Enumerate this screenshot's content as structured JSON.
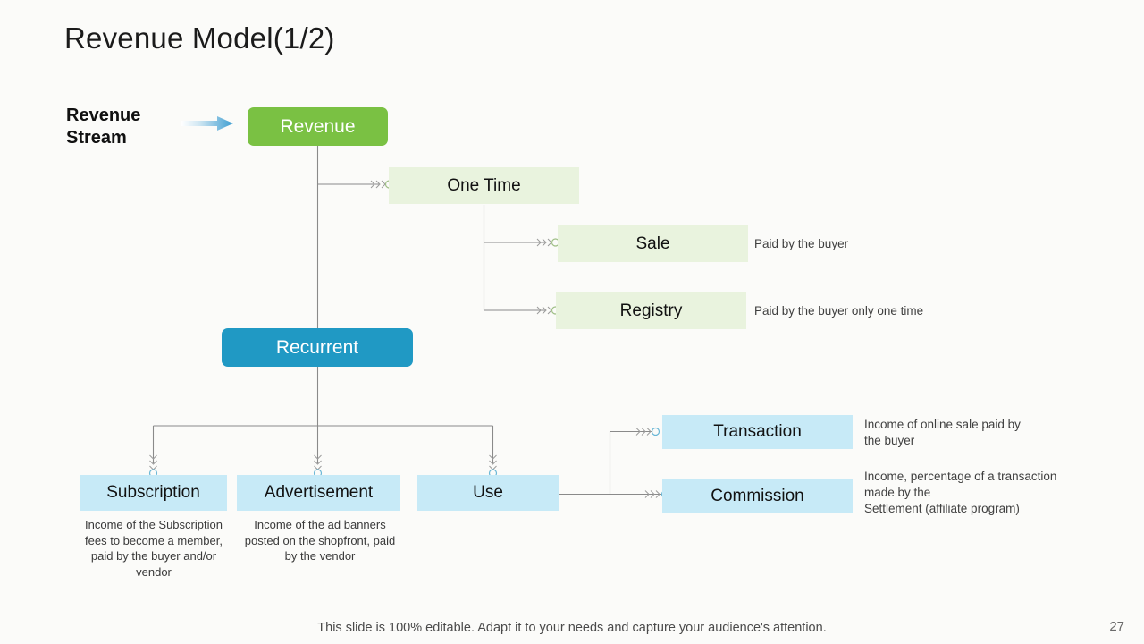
{
  "slide": {
    "title": "Revenue Model(1/2)",
    "footer_note": "This slide is 100% editable. Adapt it to your needs and capture your audience's attention.",
    "page_number": "27",
    "background_color": "#fbfbf9"
  },
  "stream": {
    "label_line1": "Revenue",
    "label_line2": "Stream",
    "arrow_icon": "right-arrow-gradient-icon"
  },
  "nodes": {
    "revenue": {
      "label": "Revenue",
      "color": "#7ac143",
      "text_color": "#ffffff"
    },
    "one_time": {
      "label": "One Time",
      "color": "#e9f3de",
      "text_color": "#111111"
    },
    "sale": {
      "label": "Sale",
      "color": "#e9f3de",
      "text_color": "#111111"
    },
    "registry": {
      "label": "Registry",
      "color": "#e9f3de",
      "text_color": "#111111"
    },
    "recurrent": {
      "label": "Recurrent",
      "color": "#2099c4",
      "text_color": "#ffffff"
    },
    "subscription": {
      "label": "Subscription",
      "color": "#c7eaf7",
      "text_color": "#111111"
    },
    "advertisement": {
      "label": "Advertisement",
      "color": "#c7eaf7",
      "text_color": "#111111"
    },
    "use": {
      "label": "Use",
      "color": "#c7eaf7",
      "text_color": "#111111"
    },
    "transaction": {
      "label": "Transaction",
      "color": "#c7eaf7",
      "text_color": "#111111"
    },
    "commission": {
      "label": "Commission",
      "color": "#c7eaf7",
      "text_color": "#111111"
    }
  },
  "notes": {
    "sale": "Paid by the buyer",
    "registry": "Paid by the buyer only one time",
    "transaction": "Income of online sale paid by\nthe buyer",
    "commission": "Income, percentage of a transaction made by the\nSettlement (affiliate program)",
    "subscription": "Income of the Subscription fees to become a member, paid by the buyer and/or vendor",
    "advertisement": "Income of the ad banners posted on the shopfront, paid by the vendor"
  }
}
